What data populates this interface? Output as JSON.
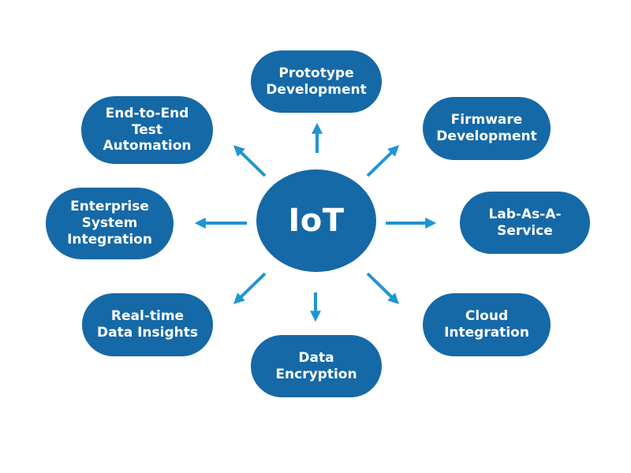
{
  "diagram": {
    "type": "hub-and-spoke",
    "center": {
      "label": "IoT"
    },
    "nodes": [
      {
        "id": "prototype-development",
        "label": "Prototype\nDevelopment",
        "position": "top"
      },
      {
        "id": "firmware-development",
        "label": "Firmware\nDevelopment",
        "position": "top-right"
      },
      {
        "id": "lab-as-a-service",
        "label": "Lab-As-A-\nService",
        "position": "right"
      },
      {
        "id": "cloud-integration",
        "label": "Cloud\nIntegration",
        "position": "bottom-right"
      },
      {
        "id": "data-encryption",
        "label": "Data\nEncryption",
        "position": "bottom"
      },
      {
        "id": "real-time-data-insights",
        "label": "Real-time\nData Insights",
        "position": "bottom-left"
      },
      {
        "id": "enterprise-system-integration",
        "label": "Enterprise\nSystem\nIntegration",
        "position": "left"
      },
      {
        "id": "end-to-end-test-automation",
        "label": "End-to-End\nTest\nAutomation",
        "position": "top-left"
      }
    ],
    "colors": {
      "node-fill": "#1569a7",
      "arrow": "#1e95d4",
      "label": "#ffffff",
      "background": "#ffffff"
    }
  }
}
